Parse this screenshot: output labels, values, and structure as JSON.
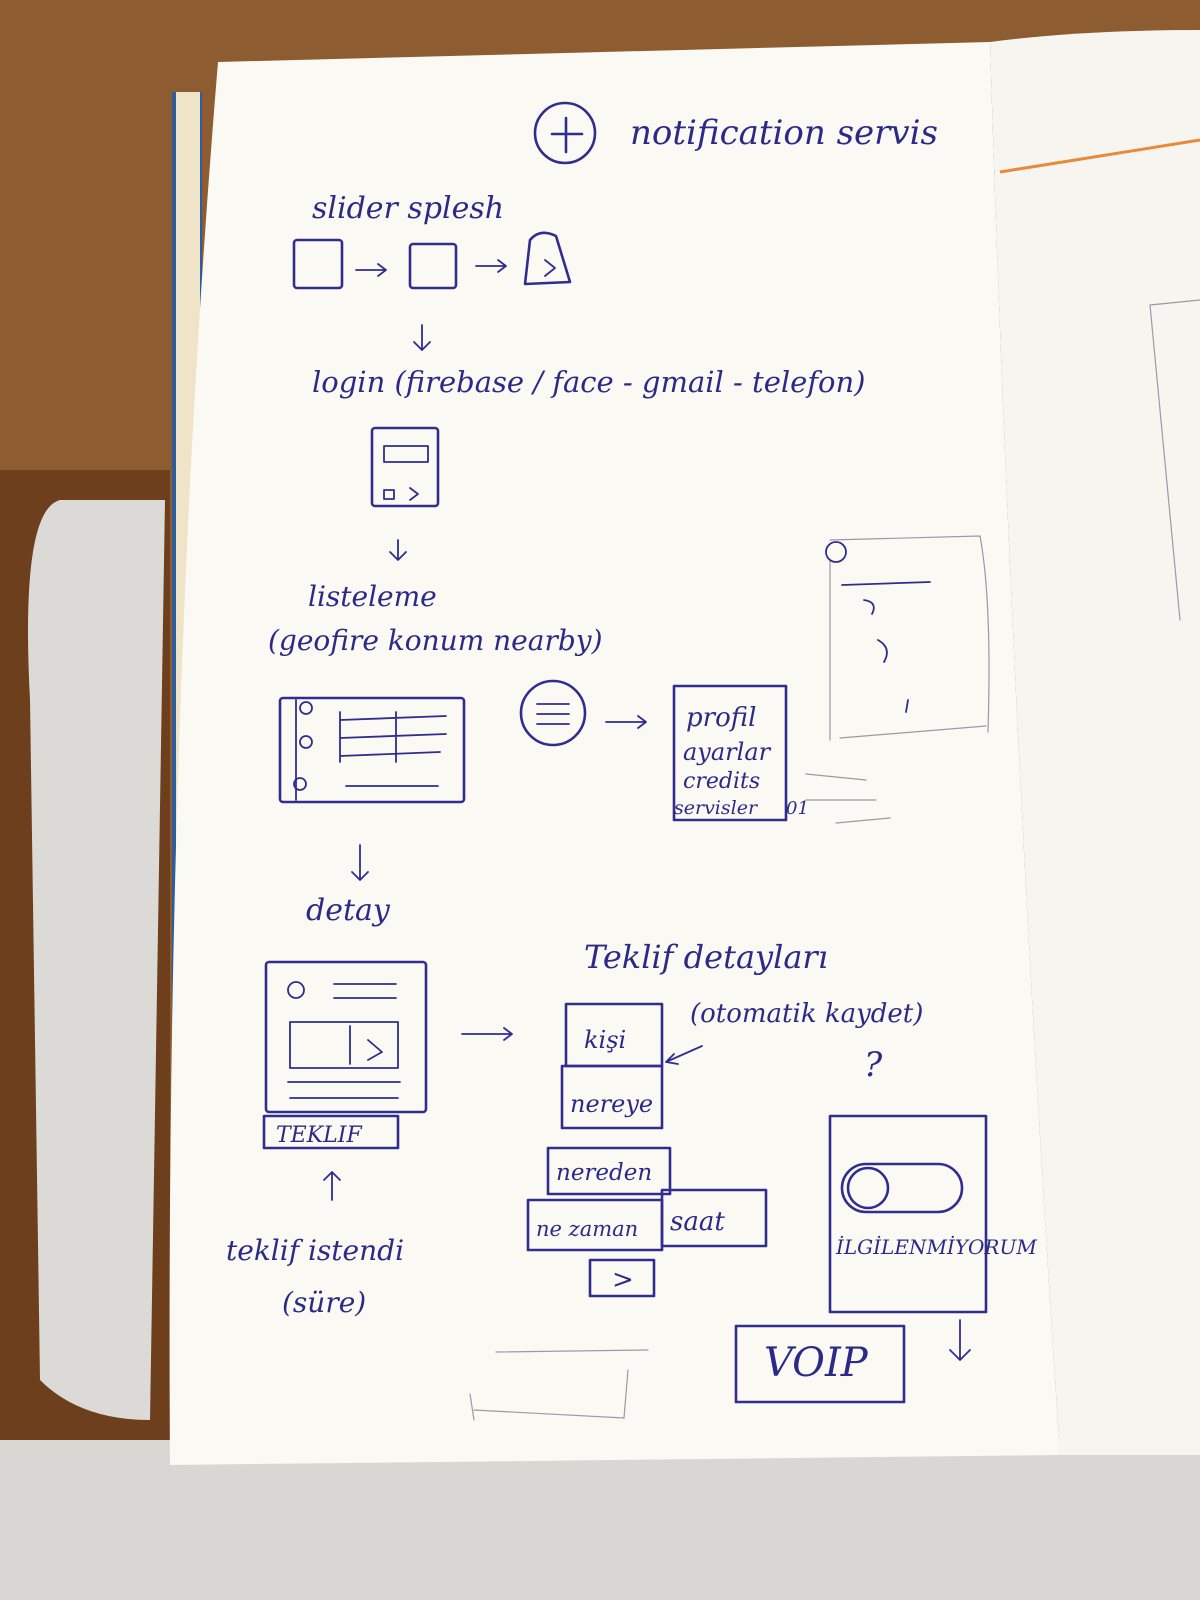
{
  "header": {
    "text": "notification servis"
  },
  "flow": {
    "slider_splash": "slider splesh",
    "login": "login (firebase / face - gmail - telefon)",
    "listeleme": "listeleme",
    "listeleme_sub": "(geofire konum nearby)",
    "detay": "detay",
    "teklif_button": "TEKLIF",
    "teklif_istendi": "teklif istendi",
    "sure": "(süre)"
  },
  "menu": {
    "items": [
      "profil",
      "ayarlar",
      "credits",
      "servisler"
    ],
    "item_count_suffix": "01"
  },
  "offer_details": {
    "title": "Teklif detayları",
    "subtitle": "(otomatik kaydet)",
    "question": "?",
    "fields": [
      "kişi",
      "nereye",
      "nereden",
      "ne zaman",
      "saat"
    ],
    "next_label": ">"
  },
  "incoming": {
    "toggle_label": "İLGİLENMİYORUM",
    "voip": "VOIP"
  },
  "colors": {
    "ink": "#2f2e8f",
    "paper": "#fbf9f3",
    "desk": "#8a5a2e",
    "orange_line": "#e98a3b"
  }
}
